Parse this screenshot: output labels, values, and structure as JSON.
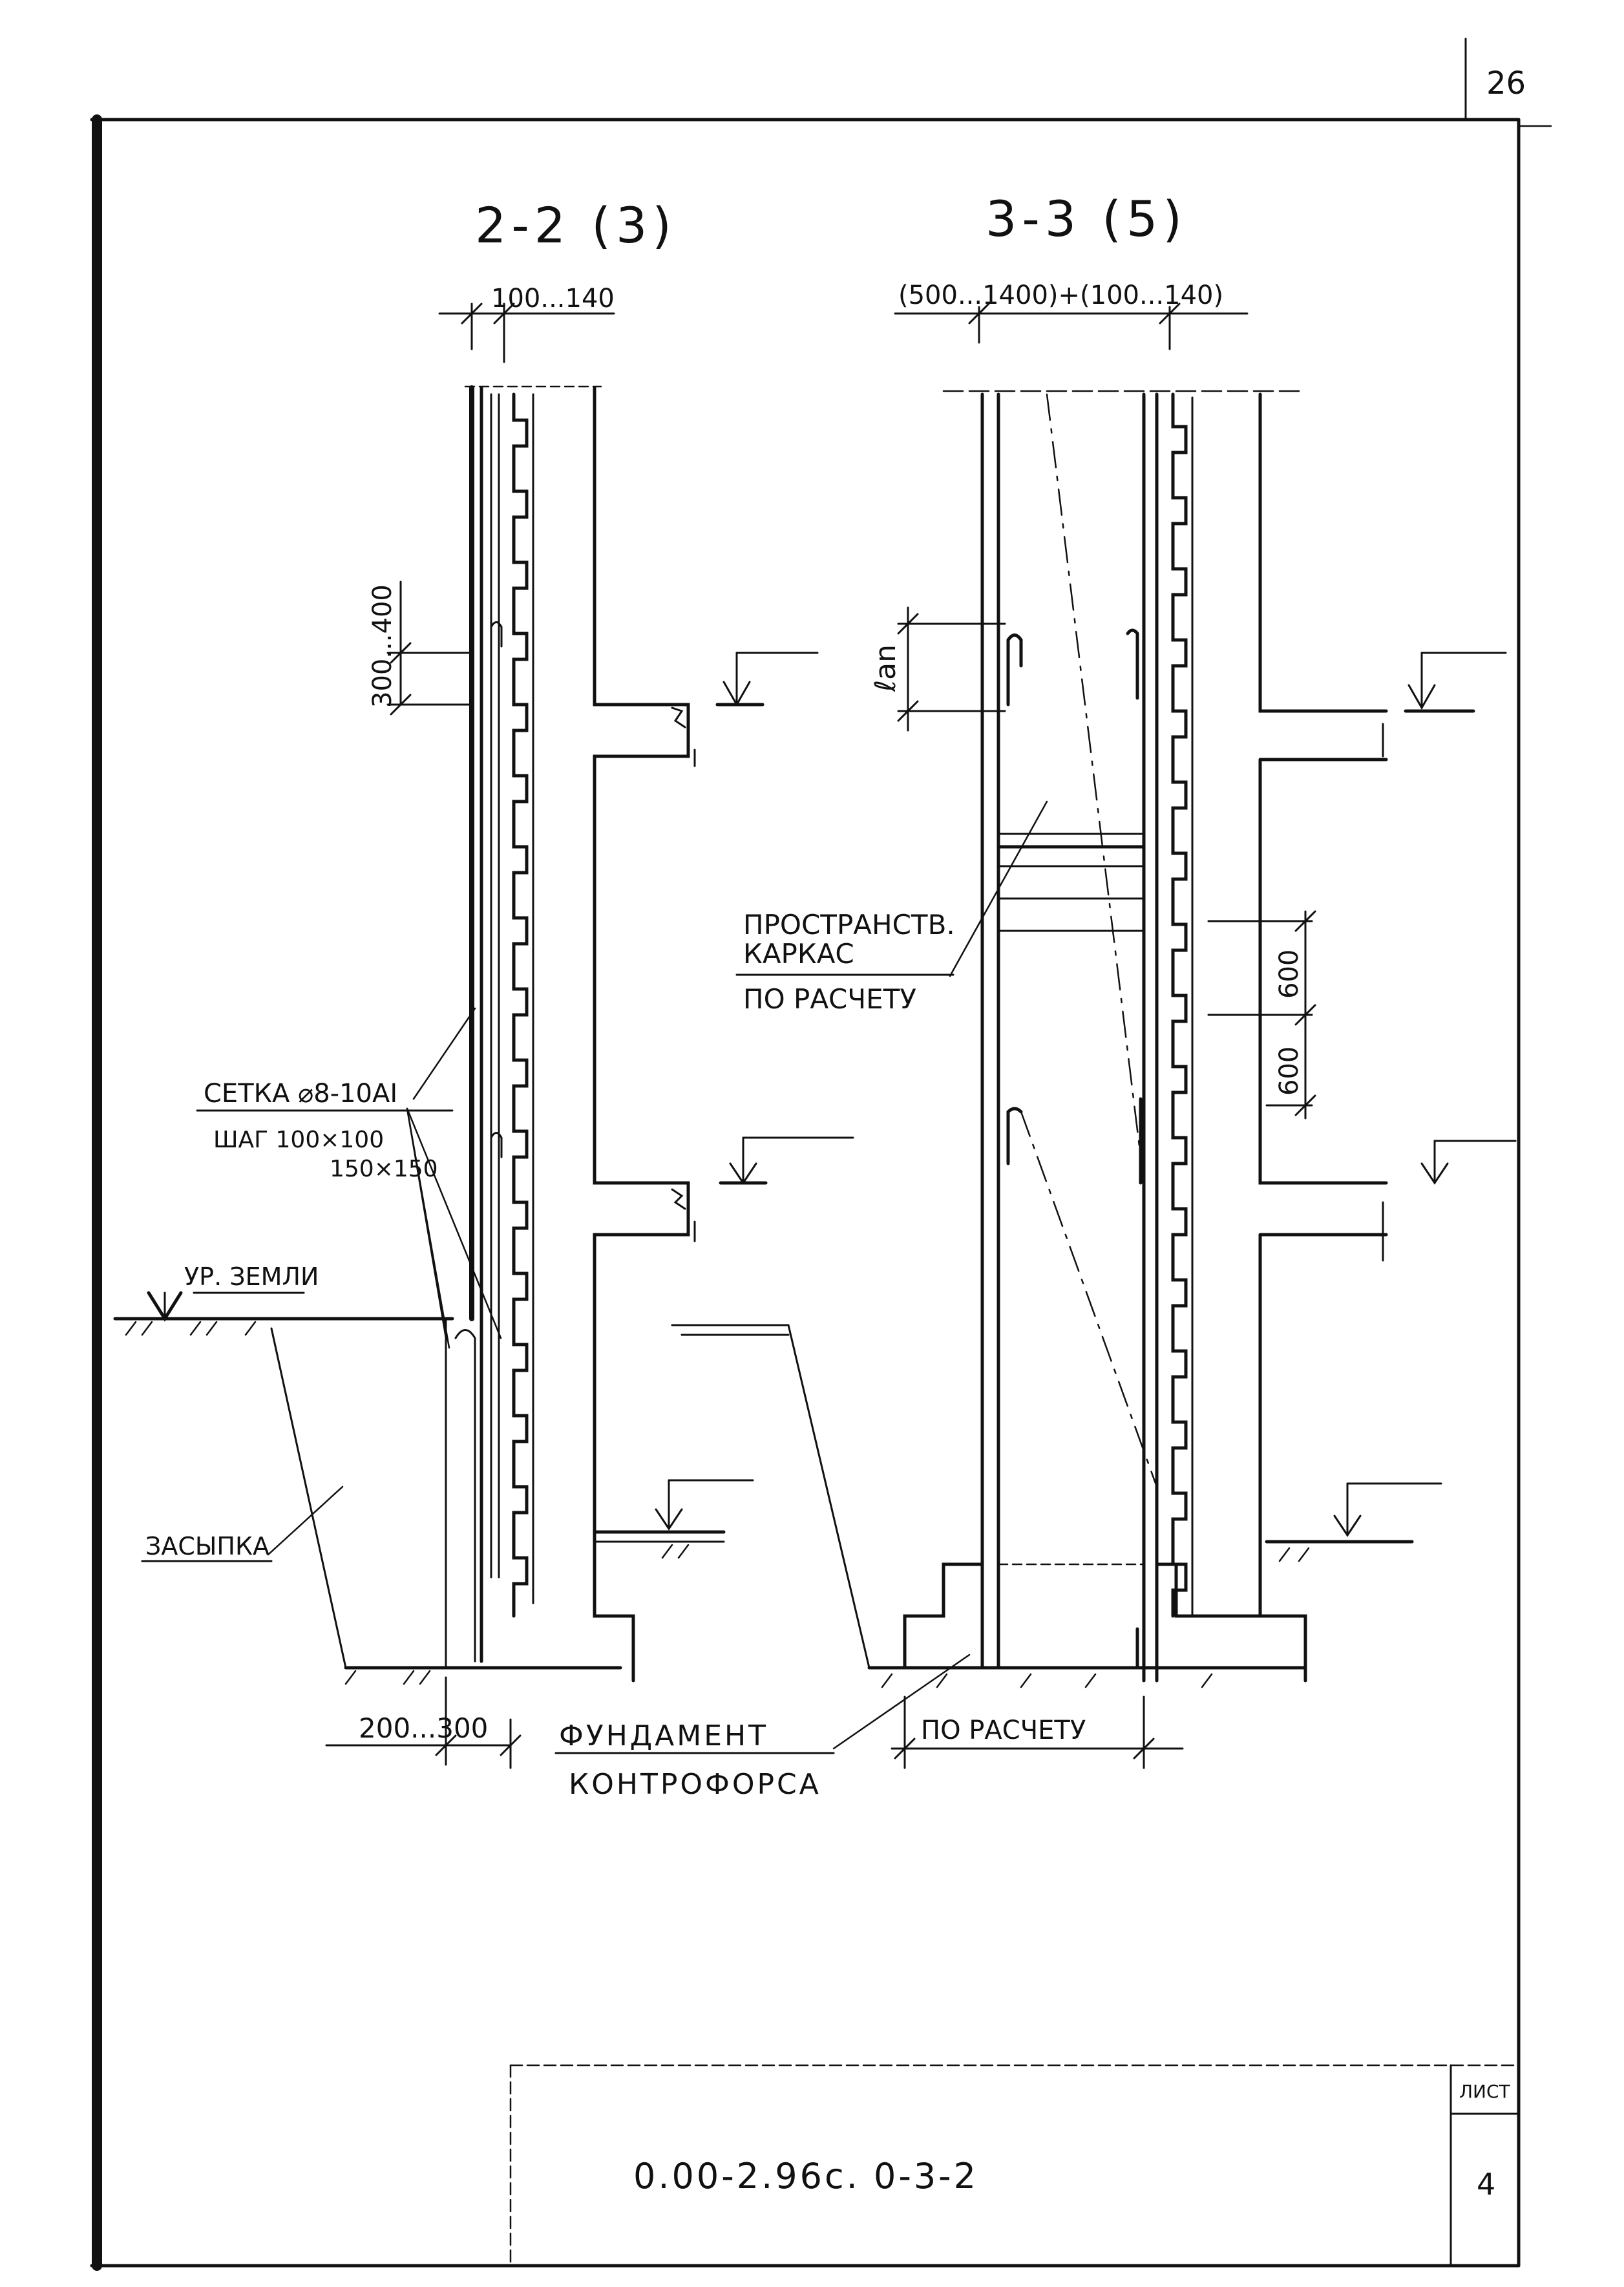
{
  "page_number": "26",
  "sections": {
    "left_title": "2-2 (3)",
    "right_title": "3-3 (5)"
  },
  "dimensions": {
    "left_top": "100...140",
    "right_top": "(500...1400)+(100...140)",
    "left_spacing": "300...400",
    "lan": "ℓan",
    "spacing_a": "600",
    "spacing_b": "600",
    "bottom_left": "200...300",
    "bottom_right": "ПО РАСЧЕТУ"
  },
  "annotations": {
    "mesh_line1": "СЕТКА ⌀8-10АI",
    "mesh_line2": "ШАГ 100×100",
    "mesh_line3": "150×150",
    "ground_level": "УР. ЗЕМЛИ",
    "backfill": "ЗАСЫПКА",
    "frame_line1": "ПРОСТРАНСТВ.",
    "frame_line2": "КАРКАС",
    "frame_line3": "ПО РАСЧЕТУ",
    "foundation_line1": "ФУНДАМЕНТ",
    "foundation_line2": "КОНТРОФОРСА"
  },
  "title_block": {
    "document_code": "0.00-2.96с. 0-3-2",
    "sheet_label": "ЛИСТ",
    "sheet_number": "4"
  }
}
